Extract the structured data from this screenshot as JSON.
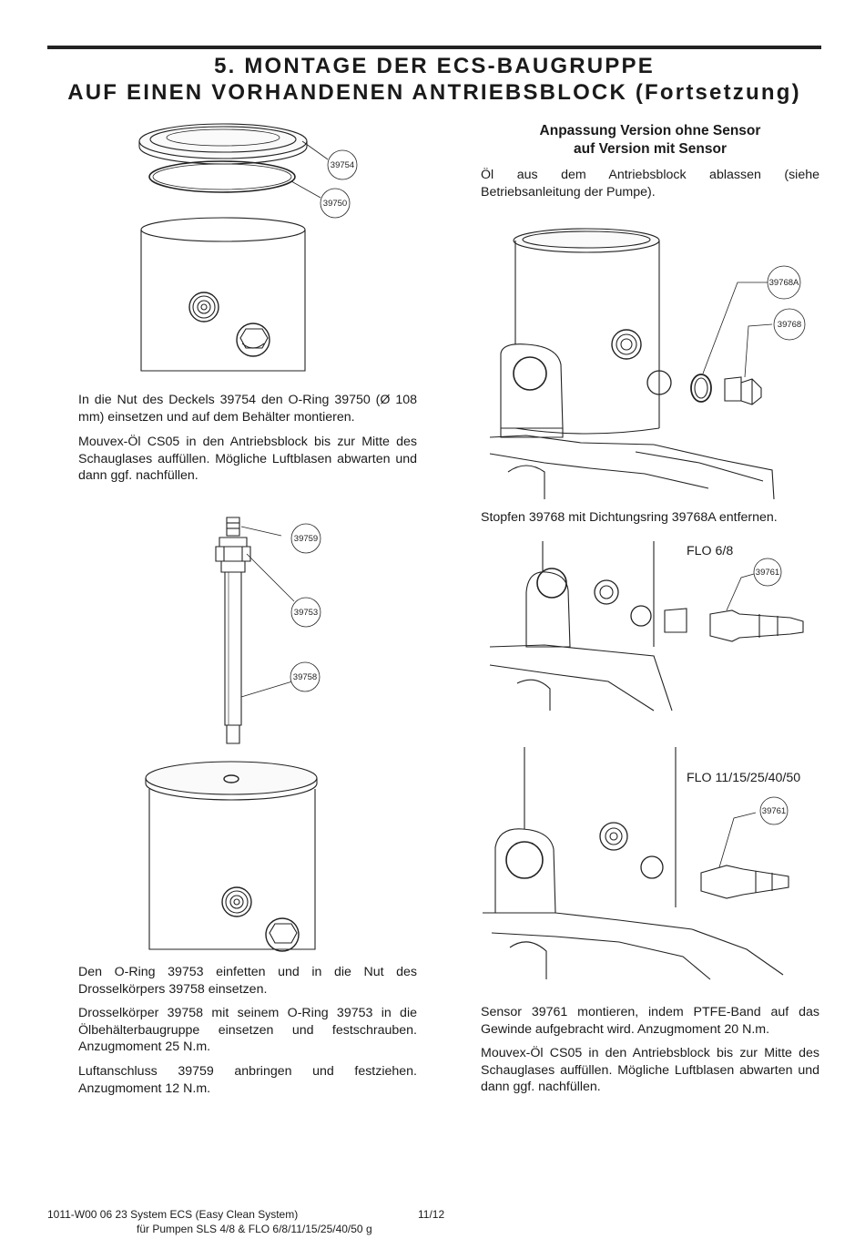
{
  "header": {
    "title_line1": "5. MONTAGE DER ECS-BAUGRUPPE",
    "title_line2": "AUF EINEN VORHANDENEN ANTRIEBSBLOCK (Fortsetzung)"
  },
  "left": {
    "fig1_callouts": [
      "39754",
      "39750"
    ],
    "para1": "In die Nut des Deckels 39754 den O-Ring 39750 (Ø 108 mm) einsetzen und auf dem Behälter montieren.",
    "para2": "Mouvex-Öl CS05 in den Antriebsblock bis zur Mitte des Schauglases auffüllen. Mögliche Luftblasen abwarten und dann ggf. nachfüllen.",
    "fig2_callouts": [
      "39759",
      "39753",
      "39758"
    ],
    "para3": "Den O-Ring 39753 einfetten und in die Nut des Drosselkörpers 39758 einsetzen.",
    "para4": "Drosselkörper 39758 mit seinem O-Ring 39753 in die Ölbehälterbaugruppe einsetzen und festschrauben. Anzugmoment 25 N.m.",
    "para5": "Luftanschluss 39759 anbringen und festziehen. Anzugmoment 12 N.m."
  },
  "right": {
    "subheading_line1": "Anpassung Version ohne Sensor",
    "subheading_line2": "auf Version mit Sensor",
    "para1": "Öl aus dem Antriebsblock ablassen (siehe Betriebsanleitung der Pumpe).",
    "fig3_callouts": [
      "39768A",
      "39768"
    ],
    "para2": "Stopfen 39768 mit Dichtungsring 39768A entfernen.",
    "fig4_label": "FLO 6/8",
    "fig4_callout": "39761",
    "fig5_label": "FLO 11/15/25/40/50",
    "fig5_callout": "39761",
    "para3": "Sensor 39761 montieren, indem PTFE-Band auf das Gewinde aufgebracht wird. Anzugmoment 20 N.m.",
    "para4": "Mouvex-Öl CS05 in den Antriebsblock bis zur Mitte des Schauglases auffüllen. Mögliche Luftblasen abwarten und dann ggf. nachfüllen."
  },
  "footer": {
    "doc_ref": "1011-W00 06 23 System ECS (Easy Clean System)",
    "page": "11/12",
    "pumps": "für Pumpen SLS 4/8 & FLO 6/8/11/15/25/40/50  g"
  }
}
